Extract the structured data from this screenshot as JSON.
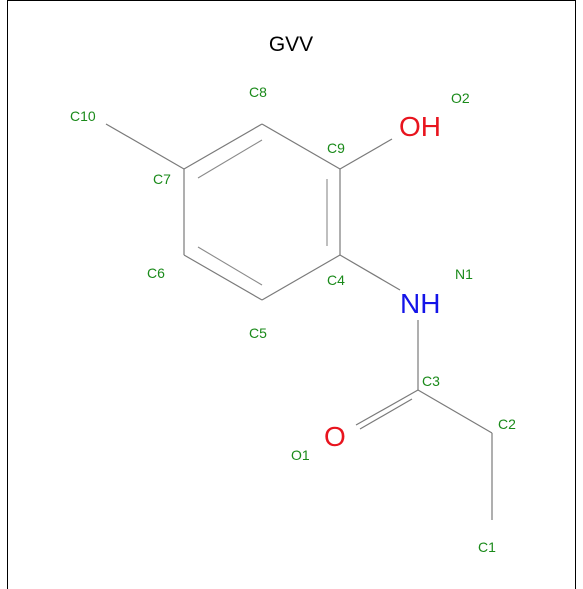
{
  "title": "GVV",
  "colors": {
    "title": "#000000",
    "label": "#1a8a1a",
    "oxygen": "#e8141e",
    "nitrogen": "#1414e8",
    "bond": "#7a7a7a"
  },
  "atom_labels": {
    "c1": "C1",
    "c2": "C2",
    "c3": "C3",
    "c4": "C4",
    "c5": "C5",
    "c6": "C6",
    "c7": "C7",
    "c8": "C8",
    "c9": "C9",
    "c10": "C10",
    "n1": "N1",
    "o1": "O1",
    "o2": "O2"
  },
  "groups": {
    "hydroxyl": "OH",
    "amine": "NH",
    "carbonyl": "O"
  }
}
